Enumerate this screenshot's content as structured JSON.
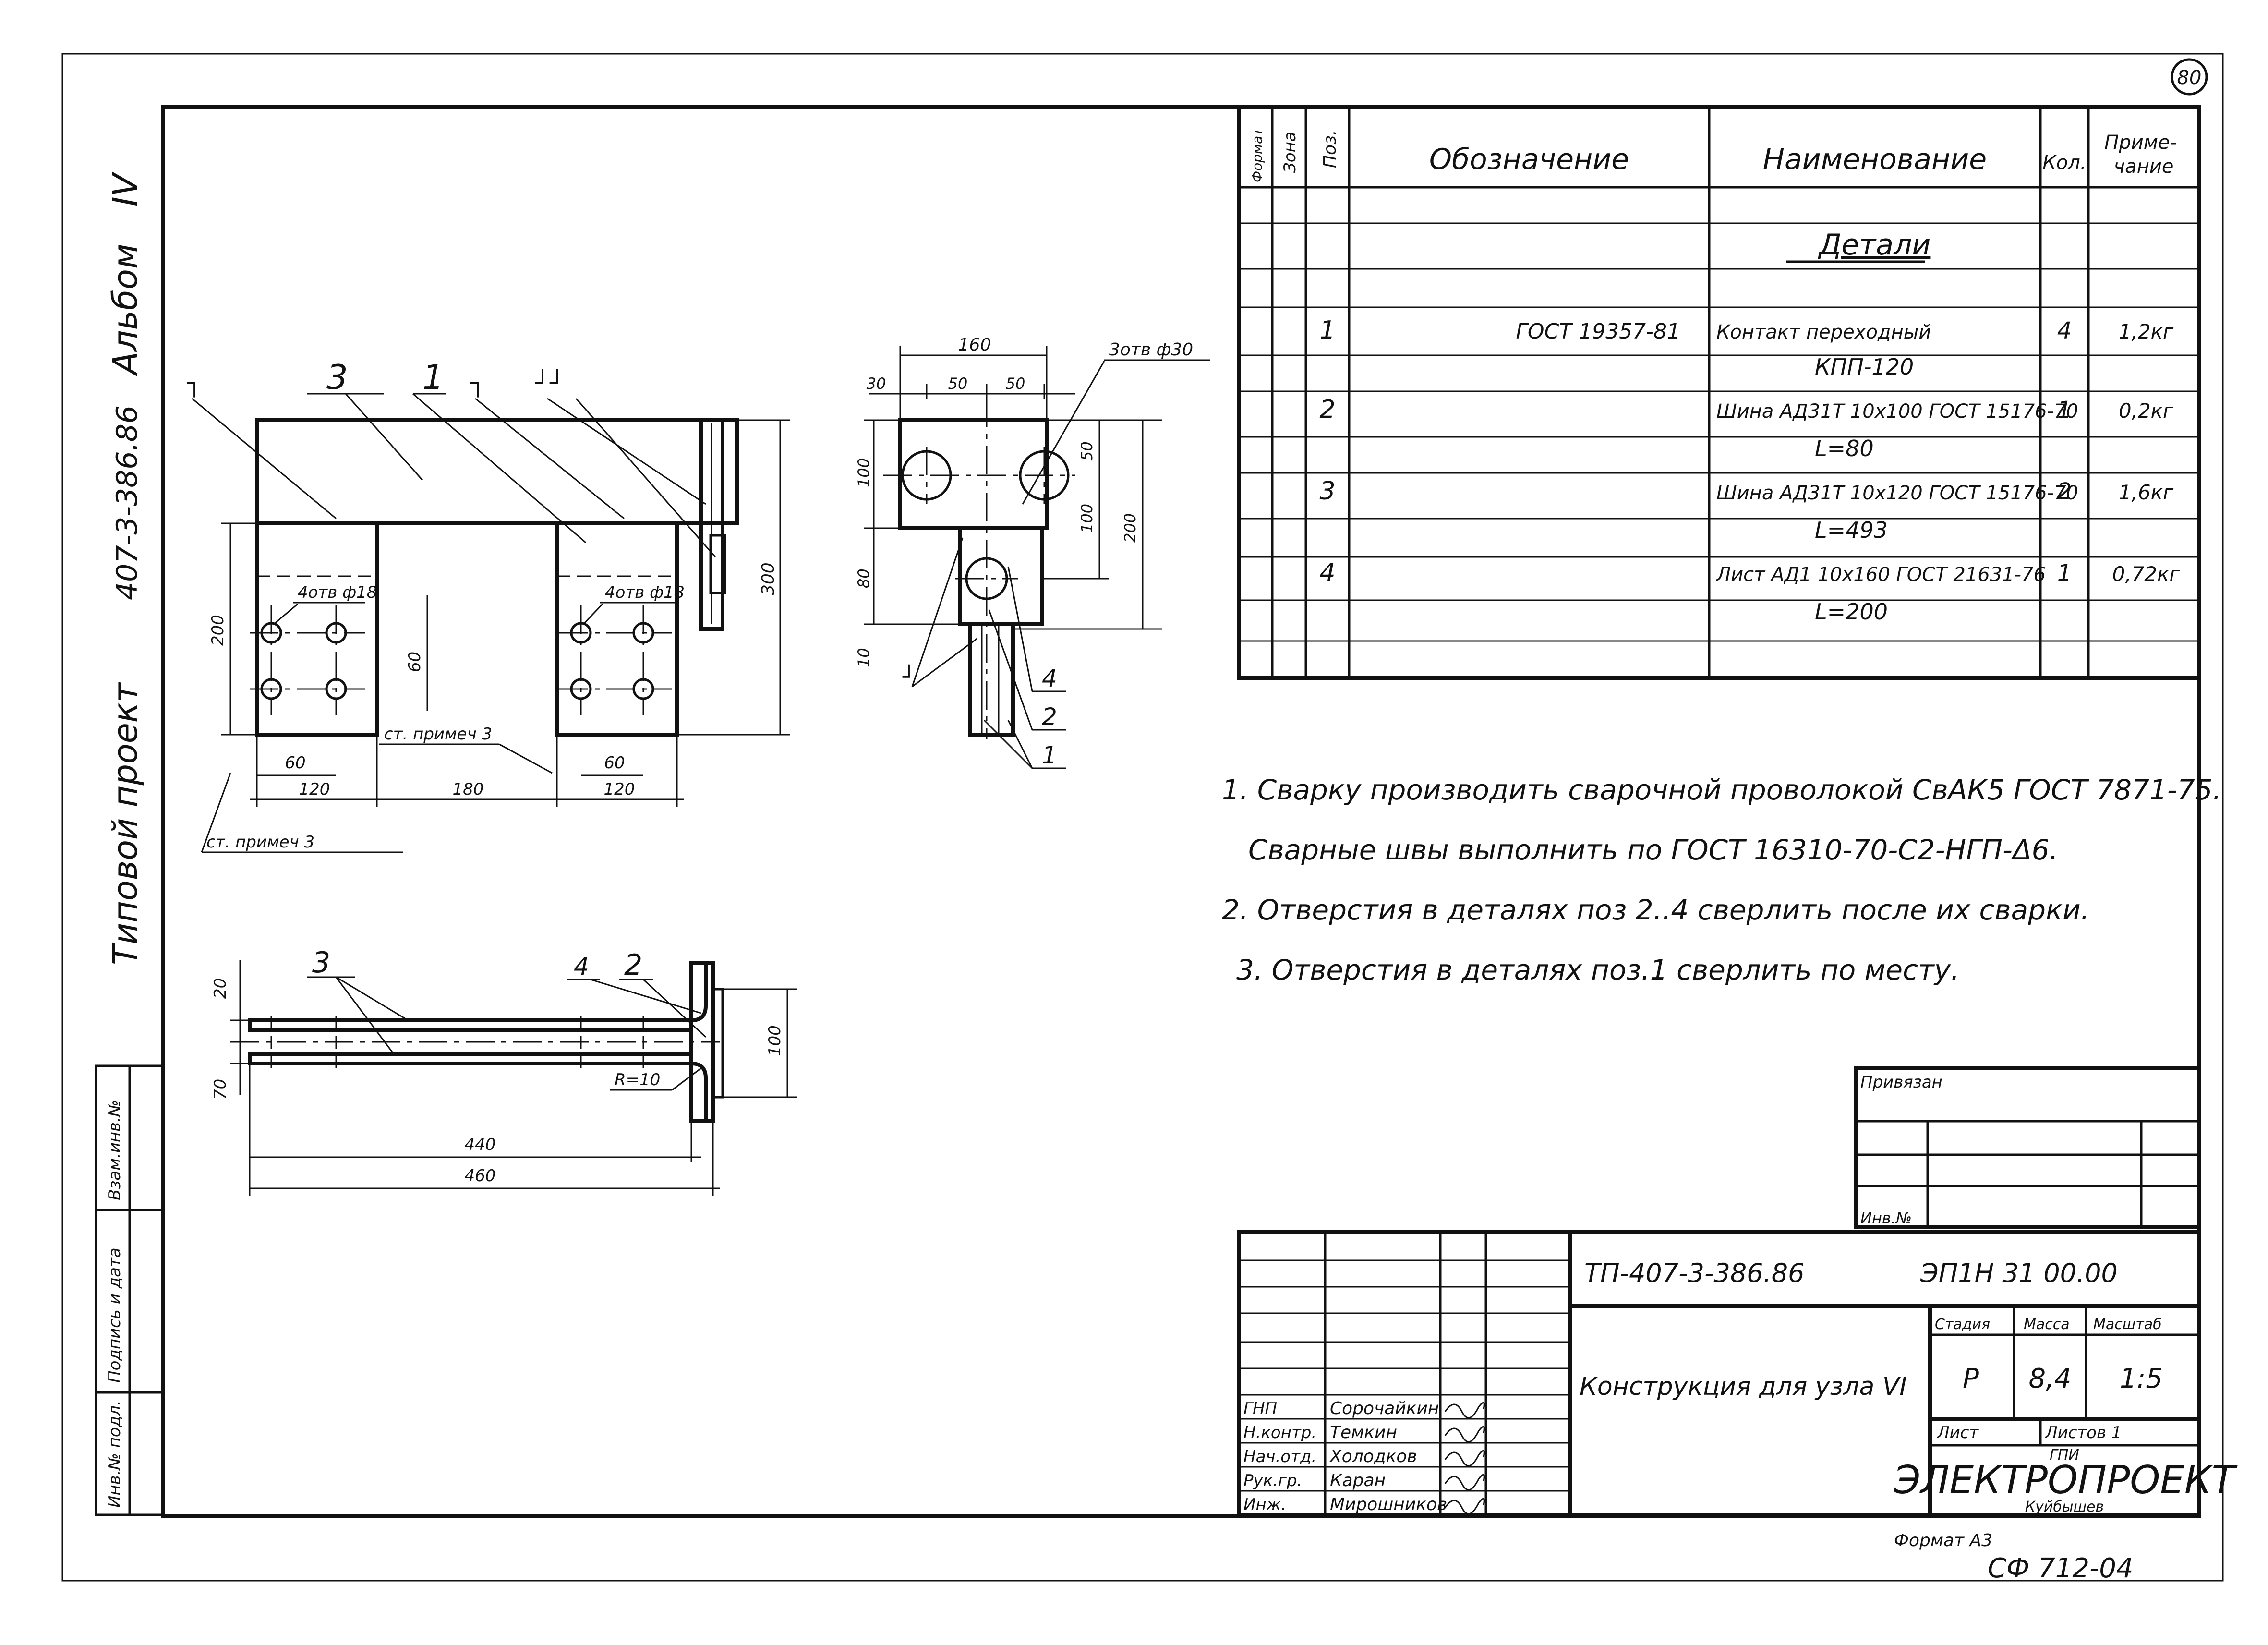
{
  "album": {
    "label": "Альбом",
    "number": "IV"
  },
  "project": {
    "label": "Типовой проект",
    "code": "407-3-386.86"
  },
  "sheet_mark": "80",
  "left_stamp": {
    "vzam": "Взам.инв.№",
    "podpis": "Подпись и дата",
    "inv": "Инв.№ подл."
  },
  "spec": {
    "headers": {
      "format": "Формат",
      "zone": "Зона",
      "pos": "Поз.",
      "designation": "Обозначение",
      "name": "Наименование",
      "qty": "Кол.",
      "note": "Приме-\nчание"
    },
    "section": "Детали",
    "rows": [
      {
        "pos": "1",
        "designation": "ГОСТ 19357-81",
        "name": "Контакт переходный",
        "qty": "4",
        "note": "1,2кг"
      },
      {
        "pos": "",
        "designation": "",
        "name": "КПП-120",
        "qty": "",
        "note": ""
      },
      {
        "pos": "2",
        "designation": "",
        "name": "Шина АД31Т 10х100 ГОСТ 15176-70",
        "qty": "1",
        "note": "0,2кг"
      },
      {
        "pos": "",
        "designation": "",
        "name": "L=80",
        "qty": "",
        "note": ""
      },
      {
        "pos": "3",
        "designation": "",
        "name": "Шина АД31Т 10х120 ГОСТ 15176-70",
        "qty": "2",
        "note": "1,6кг"
      },
      {
        "pos": "",
        "designation": "",
        "name": "L=493",
        "qty": "",
        "note": ""
      },
      {
        "pos": "4",
        "designation": "",
        "name": "Лист АД1 10х160 ГОСТ 21631-76",
        "qty": "1",
        "note": "0,72кг"
      },
      {
        "pos": "",
        "designation": "",
        "name": "L=200",
        "qty": "",
        "note": ""
      }
    ]
  },
  "notes": [
    "1. Сварку производить сварочной проволокой СвАК5 ГОСТ 7871-75.",
    "Сварные швы выполнить по ГОСТ 16310-70-С2-НГП-Δ6.",
    "2. Отверстия в деталях поз 2..4 сверлить после их сварки.",
    "3. Отверстия в деталях поз.1 сверлить по месту."
  ],
  "views": {
    "plan": {
      "pos_labels": [
        "3",
        "1"
      ],
      "holes_label": "4отв ф18",
      "dims": {
        "d200": "200",
        "d60": "60",
        "d300": "300",
        "d60a": "60",
        "d120a": "120",
        "d180": "180",
        "d120b": "120",
        "d60b": "60"
      },
      "note_ref": "ст. примеч 3"
    },
    "side": {
      "dims": {
        "d160": "160",
        "d30": "30",
        "d50a": "50",
        "d50b": "50",
        "d100": "100",
        "d80": "80",
        "d10": "10",
        "d50c": "50",
        "d100b": "100",
        "d200": "200"
      },
      "hole_label": "3отв ф30",
      "pos_labels": [
        "4",
        "2",
        "1"
      ]
    },
    "front": {
      "pos_labels": [
        "3",
        "4",
        "2"
      ],
      "dims": {
        "d20": "20",
        "d70": "70",
        "d100": "100",
        "d440": "440",
        "d460": "460"
      },
      "radius": "R=10"
    }
  },
  "title_block": {
    "privyazan": "Привязан",
    "inv_no": "Инв.№",
    "doc_code": "ТП-407-3-386.86",
    "doc_num": "ЭП1Н 31 00.00",
    "title": "Конструкция для узла VI",
    "stadia_label": "Стадия",
    "massa_label": "Масса",
    "masshtab_label": "Масштаб",
    "stadia": "Р",
    "massa": "8,4",
    "masshtab": "1:5",
    "list_label": "Лист",
    "listov_label": "Листов 1",
    "org_top": "ГПИ",
    "org": "ЭЛЕКТРОПРОЕКТ",
    "org_city": "Куйбышев",
    "signatures": [
      {
        "role": "ГНП",
        "name": "Сорочайкин"
      },
      {
        "role": "Н.контр.",
        "name": "Темкин"
      },
      {
        "role": "Нач.отд.",
        "name": "Холодков"
      },
      {
        "role": "Рук.гр.",
        "name": "Каран"
      },
      {
        "role": "Инж.",
        "name": "Мирошников"
      }
    ]
  },
  "format_label": "Формат А3",
  "stamp_code": "СФ 712-04"
}
